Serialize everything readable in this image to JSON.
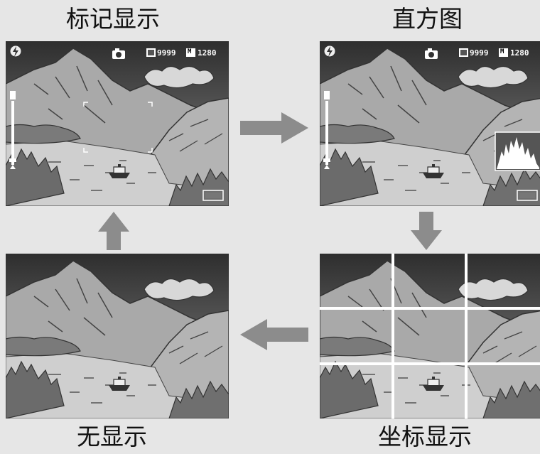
{
  "labels": {
    "mark_display": "标记显示",
    "histogram": "直方图",
    "none_display": "无显示",
    "grid_display": "坐标显示"
  },
  "osd": {
    "shots_remaining": "9999",
    "image_size": "1280",
    "size_badge": "M"
  },
  "colors": {
    "background": "#e6e6e6",
    "arrow": "#8c8c8c",
    "grid_lines": "#ffffff"
  },
  "icons": [
    "flash-icon",
    "camera-mode-icon",
    "memory-icon",
    "size-icon",
    "zoom-bar-icon",
    "battery-icon",
    "histogram-icon"
  ]
}
